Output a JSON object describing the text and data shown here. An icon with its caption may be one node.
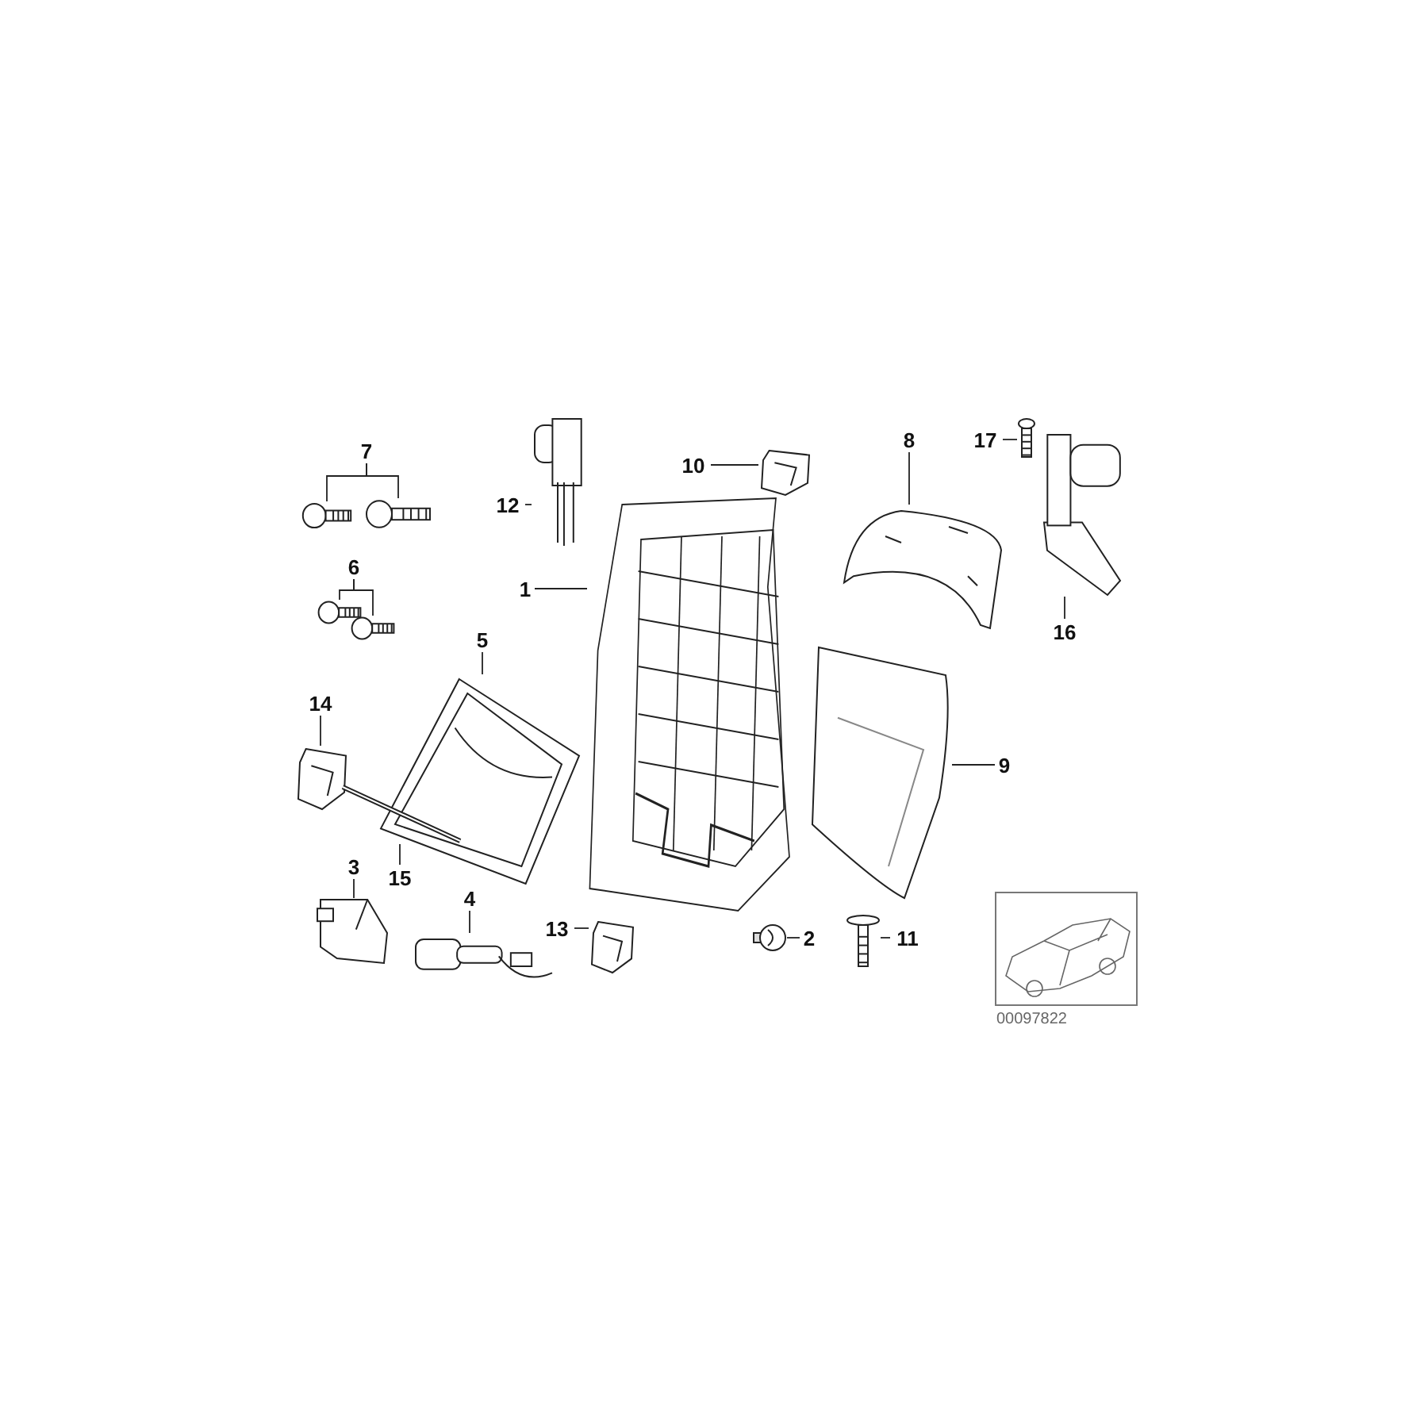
{
  "diagram": {
    "nodes": [
      {
        "text": [
          "7"
        ]
      },
      {
        "text": [],
        "shape": "picture"
      },
      {
        "text": [],
        "shape": "picture"
      },
      {
        "text": [
          "12"
        ]
      },
      {
        "text": [],
        "shape": "picture"
      },
      {
        "text": [
          "10"
        ]
      },
      {
        "text": [],
        "shape": "picture"
      },
      {
        "text": [
          "8"
        ]
      },
      {
        "text": [],
        "shape": "picture"
      },
      {
        "text": [
          "17"
        ]
      },
      {
        "text": [],
        "shape": "picture"
      },
      {
        "text": [],
        "shape": "picture"
      },
      {
        "text": [
          "16"
        ]
      },
      {
        "text": [
          "6"
        ]
      },
      {
        "text": [],
        "shape": "picture"
      },
      {
        "text": [],
        "shape": "picture"
      },
      {
        "text": [
          "1"
        ]
      },
      {
        "text": [],
        "shape": "picture"
      },
      {
        "text": [
          "5"
        ]
      },
      {
        "text": [],
        "shape": "picture"
      },
      {
        "text": [
          "14"
        ]
      },
      {
        "text": [],
        "shape": "picture"
      },
      {
        "text": [
          "9"
        ]
      },
      {
        "text": [],
        "shape": "picture"
      },
      {
        "text": [
          "15"
        ]
      },
      {
        "text": [],
        "shape": "picture"
      },
      {
        "text": [
          "3"
        ]
      },
      {
        "text": [],
        "shape": "picture"
      },
      {
        "text": [
          "4"
        ]
      },
      {
        "text": [],
        "shape": "picture"
      },
      {
        "text": [
          "13"
        ]
      },
      {
        "text": [],
        "shape": "picture"
      },
      {
        "text": [
          "2"
        ]
      },
      {
        "text": [],
        "shape": "picture"
      },
      {
        "text": [
          "11"
        ]
      },
      {
        "text": [],
        "shape": "picture"
      }
    ],
    "edges": [
      {
        "from": 0,
        "to": 1,
        "arrow": "none"
      },
      {
        "from": 0,
        "to": 2,
        "arrow": "none"
      },
      {
        "from": 3,
        "to": 4,
        "arrow": "none"
      },
      {
        "from": 5,
        "to": 6,
        "arrow": "none"
      },
      {
        "from": 7,
        "to": 8,
        "arrow": "none"
      },
      {
        "from": 9,
        "to": 10,
        "arrow": "none"
      },
      {
        "from": 12,
        "to": 11,
        "arrow": "none"
      },
      {
        "from": 13,
        "to": 14,
        "arrow": "none"
      },
      {
        "from": 13,
        "to": 15,
        "arrow": "none"
      },
      {
        "from": 16,
        "to": 17,
        "arrow": "none"
      },
      {
        "from": 18,
        "to": 19,
        "arrow": "none"
      },
      {
        "from": 20,
        "to": 21,
        "arrow": "none"
      },
      {
        "from": 22,
        "to": 23,
        "arrow": "none"
      },
      {
        "from": 24,
        "to": 25,
        "arrow": "none"
      },
      {
        "from": 26,
        "to": 27,
        "arrow": "none"
      },
      {
        "from": 28,
        "to": 29,
        "arrow": "none"
      },
      {
        "from": 30,
        "to": 31,
        "arrow": "none"
      },
      {
        "from": 32,
        "to": 33,
        "arrow": "none"
      },
      {
        "from": 34,
        "to": 35,
        "arrow": "none"
      }
    ],
    "labels": [
      "00097822"
    ]
  }
}
